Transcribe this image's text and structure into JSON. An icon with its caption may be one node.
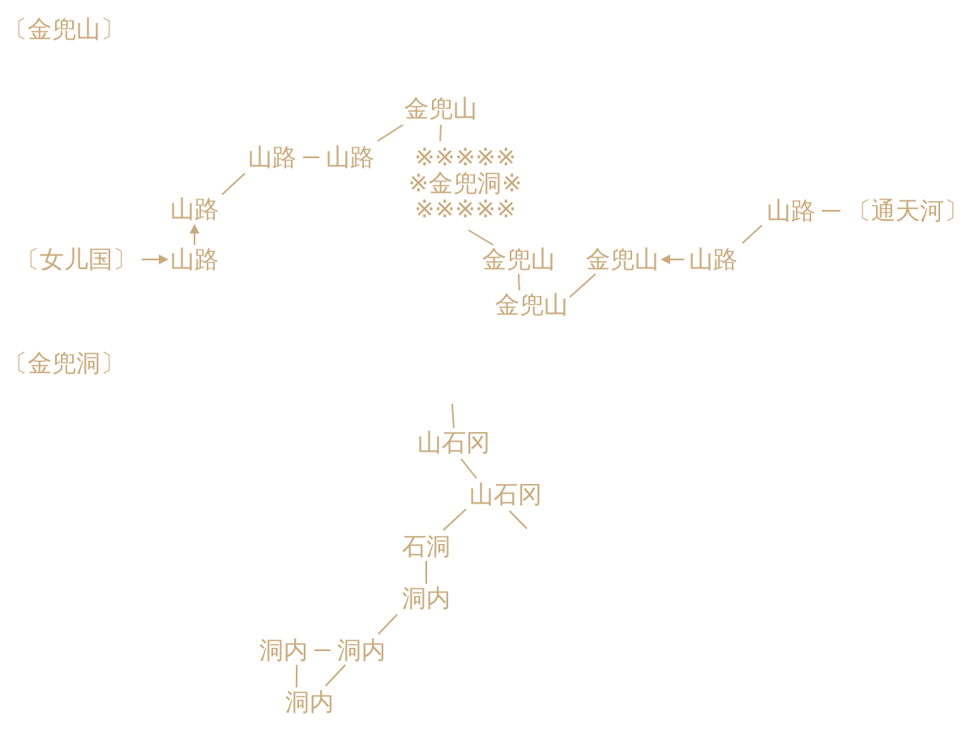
{
  "diagram": {
    "nodes": [
      {
        "text": [
          "金兜山"
        ]
      },
      {
        "text": [
          "山路"
        ]
      },
      {
        "text": [
          "山路"
        ]
      },
      {
        "text": [
          "※※※※※",
          "※金兜洞※",
          "※※※※※"
        ]
      },
      {
        "text": [
          "山路"
        ]
      },
      {
        "text": [
          "〔女儿国〕"
        ]
      },
      {
        "text": [
          "山路"
        ]
      },
      {
        "text": [
          "金兜山"
        ]
      },
      {
        "text": [
          "金兜山"
        ]
      },
      {
        "text": [
          "山路"
        ]
      },
      {
        "text": [
          "山路"
        ]
      },
      {
        "text": [
          "〔通天河〕"
        ]
      },
      {
        "text": [
          "金兜山"
        ]
      },
      {
        "text": [
          "山石冈"
        ]
      },
      {
        "text": [
          "山石冈"
        ]
      },
      {
        "text": [
          "石洞"
        ]
      },
      {
        "text": [
          "洞内"
        ]
      },
      {
        "text": [
          "洞内"
        ]
      },
      {
        "text": [
          "洞内"
        ]
      },
      {
        "text": [
          "洞内"
        ]
      }
    ],
    "edges": [
      {
        "from": 0,
        "to": 2,
        "arrow": "none"
      },
      {
        "from": 0,
        "to": 3,
        "arrow": "none"
      },
      {
        "from": 1,
        "to": 2,
        "arrow": "none"
      },
      {
        "from": 4,
        "to": 1,
        "arrow": "none"
      },
      {
        "from": 6,
        "to": 4,
        "arrow": "to"
      },
      {
        "from": 5,
        "to": 6,
        "arrow": "to"
      },
      {
        "from": 3,
        "to": 7,
        "arrow": "none"
      },
      {
        "from": 7,
        "to": 12,
        "arrow": "none"
      },
      {
        "from": 12,
        "to": 8,
        "arrow": "none"
      },
      {
        "from": 9,
        "to": 8,
        "arrow": "to"
      },
      {
        "from": 10,
        "to": 9,
        "arrow": "none"
      },
      {
        "from": 10,
        "to": 11,
        "arrow": "none"
      },
      {
        "from": null,
        "to": 13,
        "arrow": "none"
      },
      {
        "from": 13,
        "to": 14,
        "arrow": "none"
      },
      {
        "from": 14,
        "to": null,
        "arrow": "none"
      },
      {
        "from": 14,
        "to": 15,
        "arrow": "none"
      },
      {
        "from": 15,
        "to": 16,
        "arrow": "none"
      },
      {
        "from": 16,
        "to": 18,
        "arrow": "none"
      },
      {
        "from": 17,
        "to": 18,
        "arrow": "none"
      },
      {
        "from": 17,
        "to": 19,
        "arrow": "none"
      },
      {
        "from": 18,
        "to": 19,
        "arrow": "none"
      }
    ],
    "labels": [
      "〔金兜山〕",
      "〔金兜洞〕"
    ]
  }
}
